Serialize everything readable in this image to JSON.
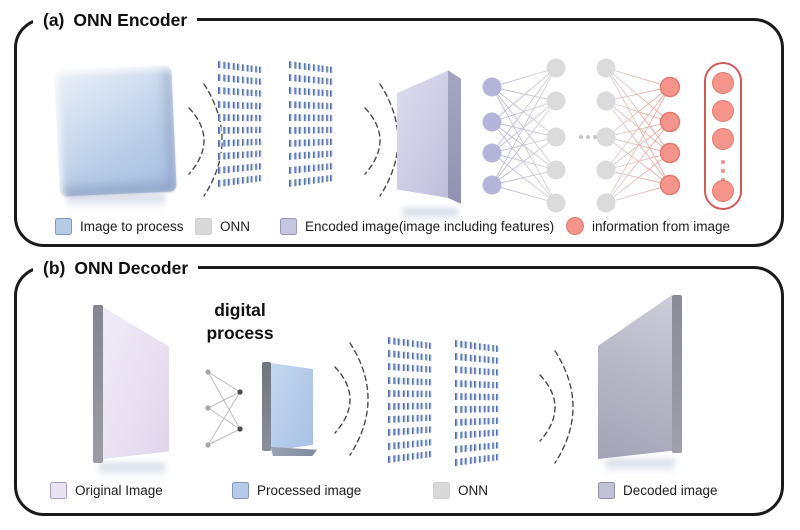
{
  "panel_a": {
    "tag": "(a)",
    "title": "ONN Encoder",
    "legend": [
      {
        "label": "Image to process",
        "swatch_shape": "square",
        "swatch_color": "#b6cbe8"
      },
      {
        "label": "ONN",
        "swatch_shape": "square",
        "swatch_color": "#d9d9d9"
      },
      {
        "label": "Encoded image(image including features)",
        "swatch_shape": "square",
        "swatch_color": "#c6c6e0"
      },
      {
        "label": "information from image",
        "swatch_shape": "circle",
        "swatch_color": "#f5948a"
      }
    ]
  },
  "panel_b": {
    "tag": "(b)",
    "title": "ONN Decoder",
    "process_label": "digital process",
    "legend": [
      {
        "label": "Original Image",
        "swatch_shape": "square",
        "swatch_color": "#e9e2f2"
      },
      {
        "label": "Processed image",
        "swatch_shape": "square",
        "swatch_color": "#b6cbe8"
      },
      {
        "label": "ONN",
        "swatch_shape": "square",
        "swatch_color": "#d9d9d9"
      },
      {
        "label": "Decoded image",
        "swatch_shape": "square",
        "swatch_color": "#c2c2d6"
      }
    ]
  },
  "palette": {
    "panel_border": "#1a1a1a",
    "image_blue": "#b6cbe8",
    "onn_gray": "#d9d9d9",
    "encoded_purple": "#c6c6e0",
    "info_red": "#f5948a",
    "info_red_border": "#e07a6e",
    "pill_border": "#cf5b5b",
    "nn_purple_node": "#b5b5d9",
    "nn_gray_node": "#dbdbdb",
    "original_pink": "#e9e2f2",
    "decoded_gray_purple": "#c2c2d6",
    "wave_stroke": "#4a4a4a"
  }
}
